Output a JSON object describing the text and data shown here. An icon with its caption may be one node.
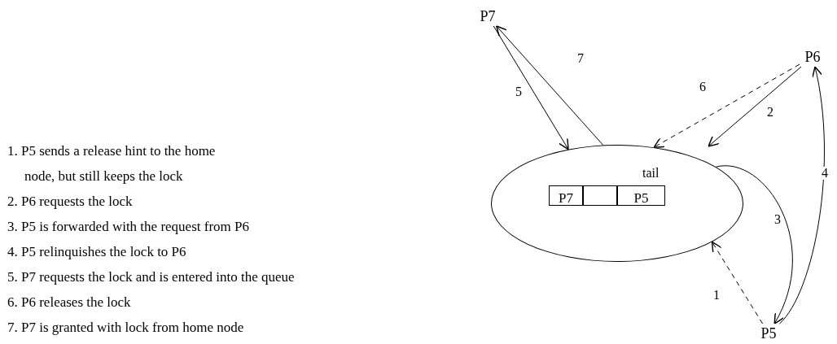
{
  "diagram": {
    "nodes": [
      {
        "text": [
          "P7"
        ]
      },
      {
        "text": [
          "P6"
        ]
      },
      {
        "text": [
          "P5"
        ]
      },
      {
        "text": [],
        "shape": "ellipse"
      },
      {
        "text": [
          "P7"
        ],
        "in": 3
      },
      {
        "text": [],
        "shape": "box",
        "in": 3
      },
      {
        "text": [
          "P5"
        ],
        "in": 3,
        "beside": [
          "tail"
        ]
      }
    ],
    "edges": [
      {
        "from": 2,
        "to": 3,
        "arrow": "to",
        "label": "1",
        "style": "dashed"
      },
      {
        "from": 1,
        "to": 3,
        "arrow": "to",
        "label": "2"
      },
      {
        "from": 3,
        "to": 2,
        "arrow": "to",
        "label": "3"
      },
      {
        "from": 2,
        "to": 1,
        "arrow": "to",
        "label": "4"
      },
      {
        "from": 0,
        "to": 3,
        "arrow": "to",
        "label": "5"
      },
      {
        "from": 1,
        "to": 3,
        "arrow": "to",
        "label": "6",
        "style": "dashed"
      },
      {
        "from": 3,
        "to": 0,
        "arrow": "to",
        "label": "7"
      }
    ],
    "labels": [
      "1. P5 sends a release hint to the home node, but still keeps the lock",
      "2. P6 requests the lock",
      "3. P5 is forwarded with the request from P6",
      "4. P5 relinquishes the lock to P6",
      "5. P7 requests the lock and is entered into the queue",
      "6. P6 releases the lock",
      "7. P7 is granted with lock from home node"
    ]
  }
}
